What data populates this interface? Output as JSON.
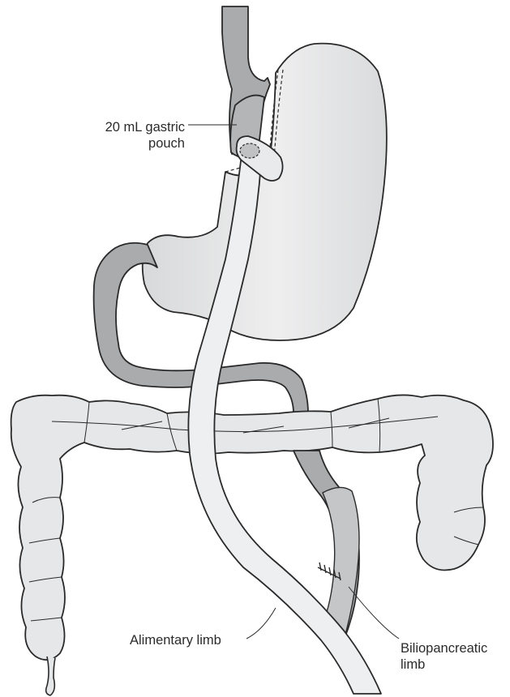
{
  "labels": {
    "pouch_line1": "20 mL gastric",
    "pouch_line2": "pouch",
    "alimentary": "Alimentary limb",
    "bilio_line1": "Biliopancreatic",
    "bilio_line2": "limb"
  },
  "colors": {
    "outline": "#2a2a2a",
    "light_fill": "#e9eaeb",
    "mid_fill": "#c4c6c8",
    "dark_fill": "#a9abad",
    "background": "#ffffff"
  }
}
